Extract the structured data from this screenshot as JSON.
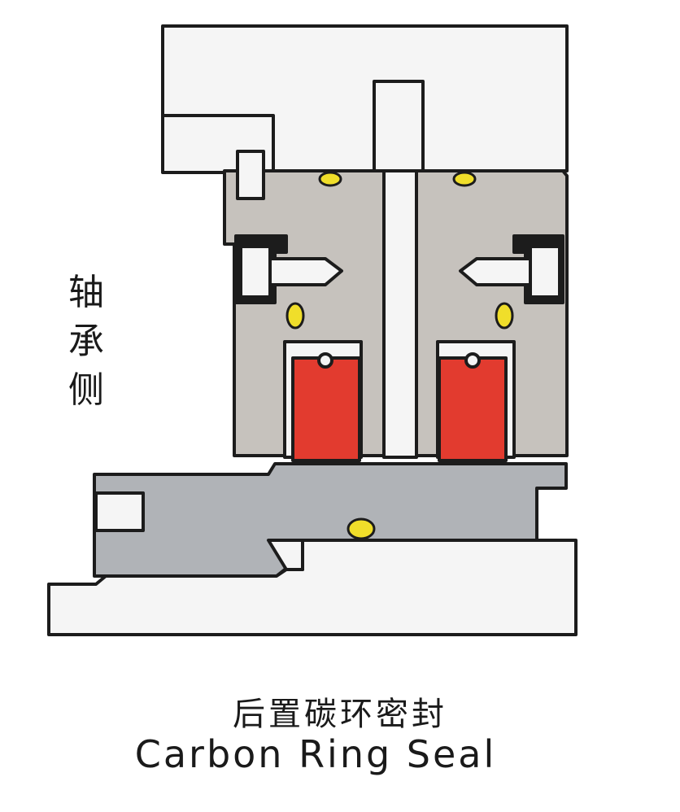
{
  "labels": {
    "side": "轴承侧",
    "title_cn": "后置碳环密封",
    "title_en": "Carbon Ring Seal"
  },
  "colors": {
    "housing": "#f5f5f5",
    "ring_holder": "#c6c2bd",
    "sleeve": "#b0b3b7",
    "carbon_ring": "#e23b2f",
    "o_ring": "#f0de2a",
    "outline": "#1c1c1c"
  }
}
